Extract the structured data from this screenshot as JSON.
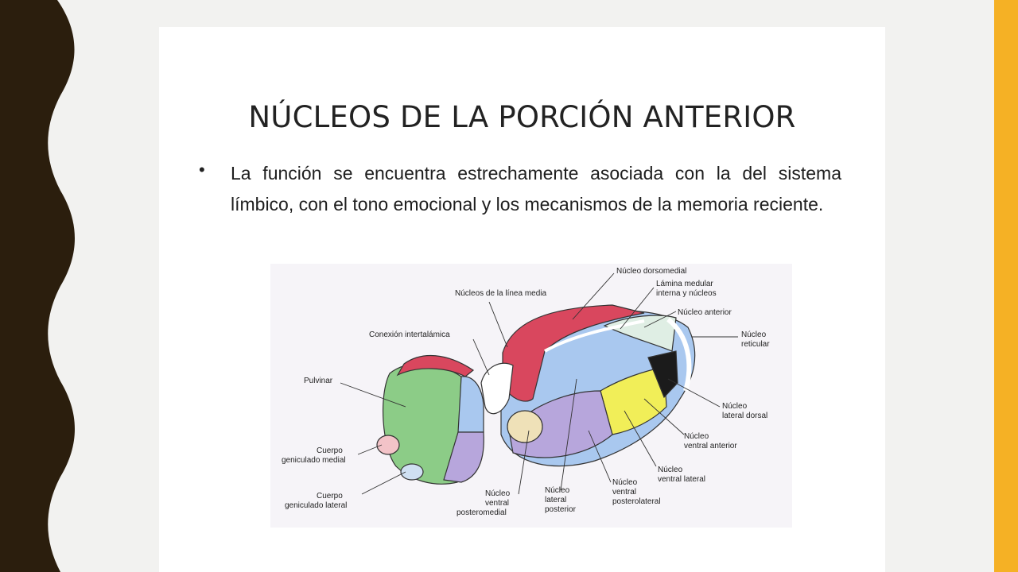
{
  "slide": {
    "title": "NÚCLEOS DE LA PORCIÓN ANTERIOR",
    "bullet": "La función se encuentra estrechamente asociada con la del sistema límbico, con el tono emocional y los mecanismos de la memoria reciente."
  },
  "colors": {
    "left_border": "#2b1e0d",
    "right_stripe": "#f5b125",
    "slide_background": "#ffffff",
    "page_background": "#f2f2f0",
    "thalamus_red": "#d9475e",
    "thalamus_green": "#8ccc87",
    "thalamus_blue": "#a9c8ef",
    "thalamus_purple": "#b7a6dc",
    "thalamus_yellow": "#f1ee58"
  },
  "diagram": {
    "labels": {
      "dorsomedial": "Núcleo dorsomedial",
      "lamina_1": "Lámina medular",
      "lamina_2": "interna y núcleos",
      "linea_media": "Núcleos de la línea media",
      "anterior": "Núcleo anterior",
      "reticular_1": "Núcleo",
      "reticular_2": "reticular",
      "intertalamica": "Conexión intertalámica",
      "pulvinar": "Pulvinar",
      "lateral_dorsal_1": "Núcleo",
      "lateral_dorsal_2": "lateral dorsal",
      "cgm_1": "Cuerpo",
      "cgm_2": "geniculado medial",
      "ventral_anterior_1": "Núcleo",
      "ventral_anterior_2": "ventral anterior",
      "ventral_lateral_1": "Núcleo",
      "ventral_lateral_2": "ventral lateral",
      "cgl_1": "Cuerpo",
      "cgl_2": "geniculado lateral",
      "vpm_1": "Núcleo",
      "vpm_2": "ventral",
      "vpm_3": "posteromedial",
      "lp_1": "Núcleo",
      "lp_2": "lateral",
      "lp_3": "posterior",
      "vpl_1": "Núcleo",
      "vpl_2": "ventral",
      "vpl_3": "posterolateral"
    }
  }
}
